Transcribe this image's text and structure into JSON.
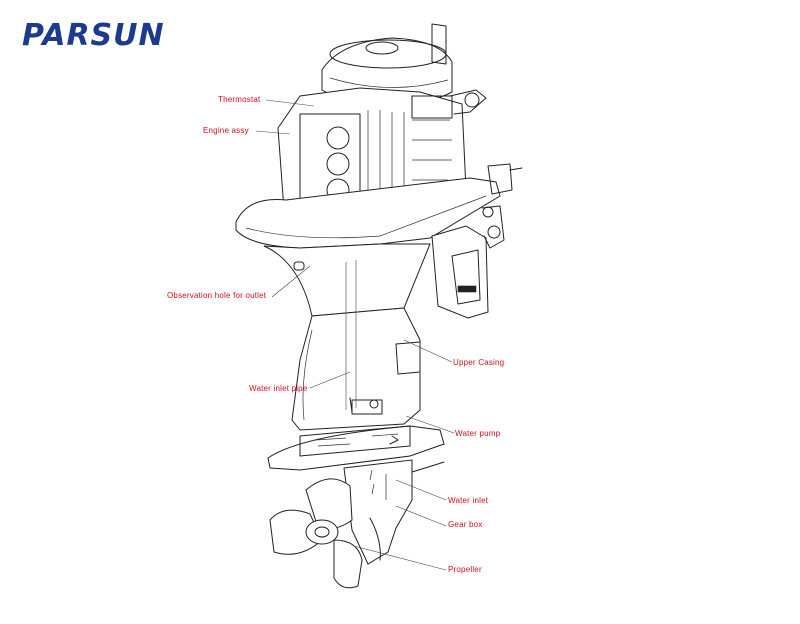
{
  "brand": {
    "logo_text": "PARSUN",
    "color": "#1c3a8f"
  },
  "label_color": "#d0101c",
  "labels": {
    "thermostat": "Thermostat",
    "engine_assy": "Engine assy",
    "observation_hole": "Observation hole for outlet",
    "upper_casing": "Upper Casing",
    "water_inlet_pipe": "Water inlet pipe",
    "water_pump": "Water pump",
    "water_inlet": "Water inlet",
    "gear_box": "Gear box",
    "propeller": "Propeller"
  }
}
